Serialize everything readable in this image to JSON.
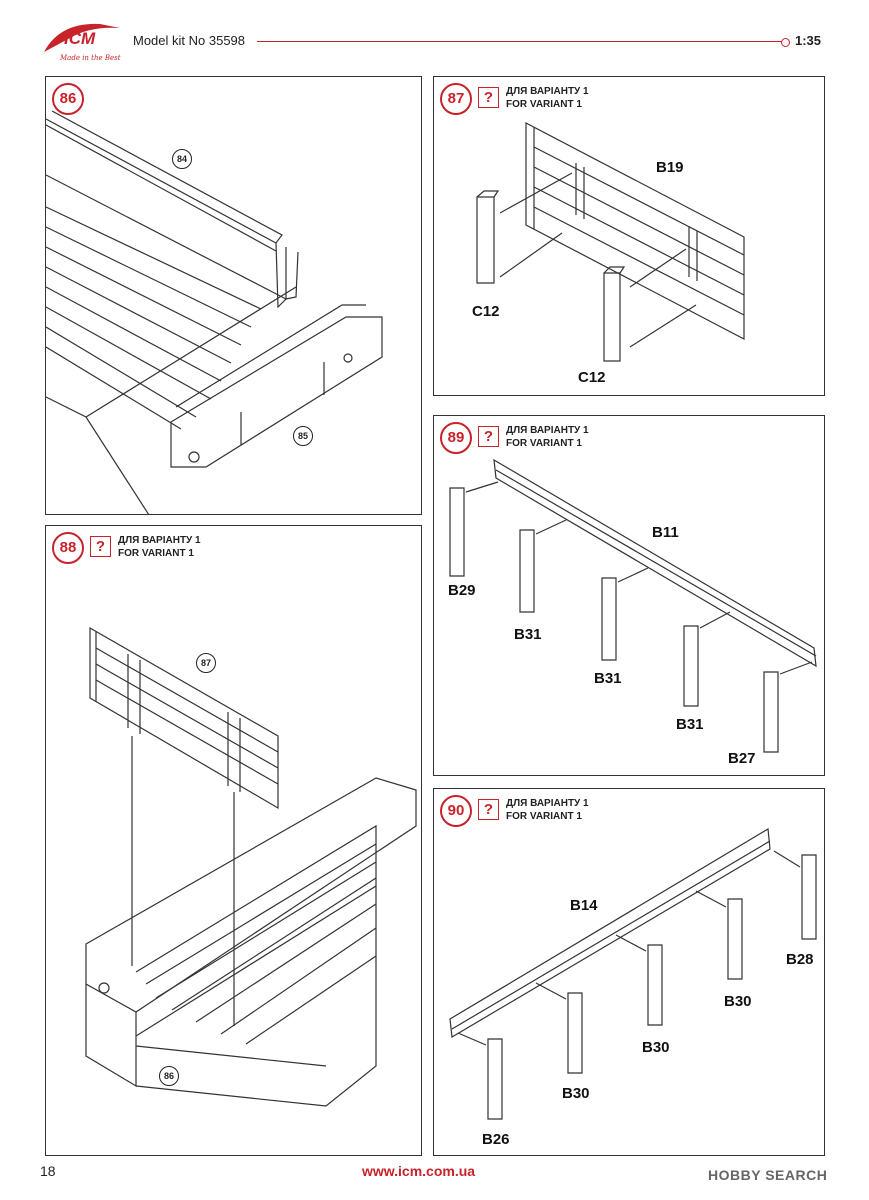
{
  "header": {
    "logo_text": "ICM",
    "logo_tagline": "Made in the Best",
    "kit_title": "Model kit No 35598",
    "scale": "1:35"
  },
  "variant_lines": [
    "ДЛЯ ВАРІАНТУ 1",
    "FOR VARIANT 1"
  ],
  "question_mark": "?",
  "steps": [
    {
      "number": "86",
      "labels": [],
      "callouts": [
        "84",
        "85"
      ]
    },
    {
      "number": "87",
      "labels": [
        "B19",
        "C12",
        "C12"
      ],
      "callouts": []
    },
    {
      "number": "88",
      "labels": [],
      "callouts": [
        "87",
        "86"
      ]
    },
    {
      "number": "89",
      "labels": [
        "B11",
        "B29",
        "B31",
        "B31",
        "B31",
        "B27"
      ],
      "callouts": []
    },
    {
      "number": "90",
      "labels": [
        "B14",
        "B28",
        "B30",
        "B30",
        "B30",
        "B26"
      ],
      "callouts": []
    }
  ],
  "footer": {
    "page_number": "18",
    "website": "www.icm.com.ua",
    "watermark": "HOBBY SEARCH"
  },
  "colors": {
    "accent": "#c8222a",
    "line": "#333333"
  }
}
